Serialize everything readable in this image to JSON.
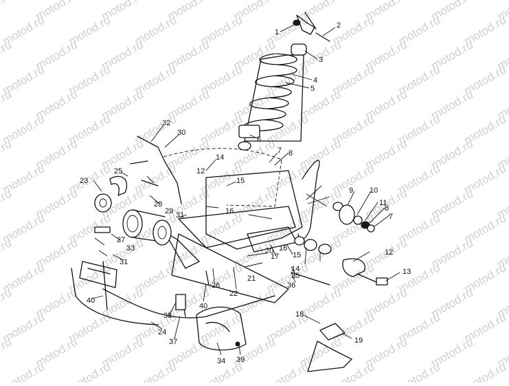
{
  "watermark": "motod.ru",
  "callouts": [
    "1",
    "2",
    "3",
    "4",
    "5",
    "6",
    "7",
    "8",
    "12",
    "14",
    "15",
    "32",
    "30",
    "23",
    "25",
    "28",
    "29",
    "31",
    "16",
    "9",
    "10",
    "11",
    "8",
    "7",
    "27",
    "31",
    "33",
    "16",
    "17",
    "15",
    "14",
    "35",
    "36",
    "12",
    "13",
    "20",
    "21",
    "22",
    "26",
    "40",
    "40",
    "38",
    "24",
    "37",
    "34",
    "39",
    "18",
    "19"
  ]
}
